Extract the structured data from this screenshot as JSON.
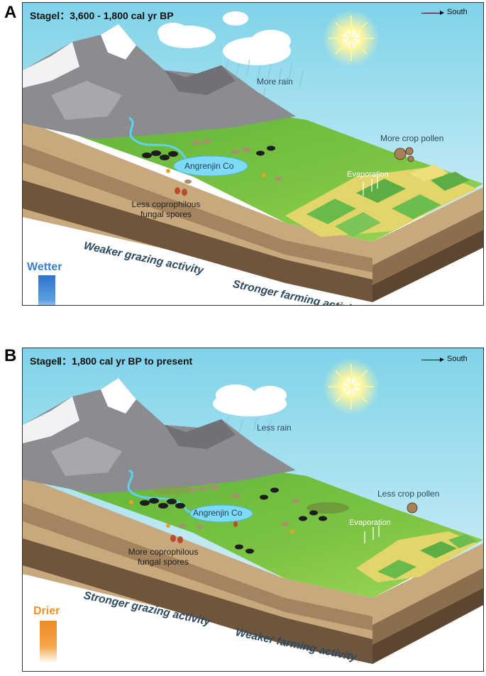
{
  "panels": [
    {
      "letter": "A",
      "title": "StageⅠ：3,600 - 1,800 cal yr BP",
      "direction": "South",
      "rain": "More rain",
      "pollen": "More crop pollen",
      "evaporation": "Evaporation",
      "lake": "Angrenjin Co",
      "spores_line1": "Less coprophilous",
      "spores_line2": "fungal spores",
      "grazing": "Weaker grazing activity",
      "farming": "Stronger farming activity",
      "moisture": "Wetter",
      "moisture_color": "#3a7fd0"
    },
    {
      "letter": "B",
      "title": "StageⅡ：1,800 cal yr BP to present",
      "direction": "South",
      "rain": "Less rain",
      "pollen": "Less crop pollen",
      "evaporation": "Evaporation",
      "lake": "Angrenjin Co",
      "spores_line1": "More coprophilous",
      "spores_line2": "fungal spores",
      "grazing": "Stronger grazing activity",
      "farming": "Weaker farming activity",
      "moisture": "Drier",
      "moisture_color": "#f0922a"
    }
  ]
}
